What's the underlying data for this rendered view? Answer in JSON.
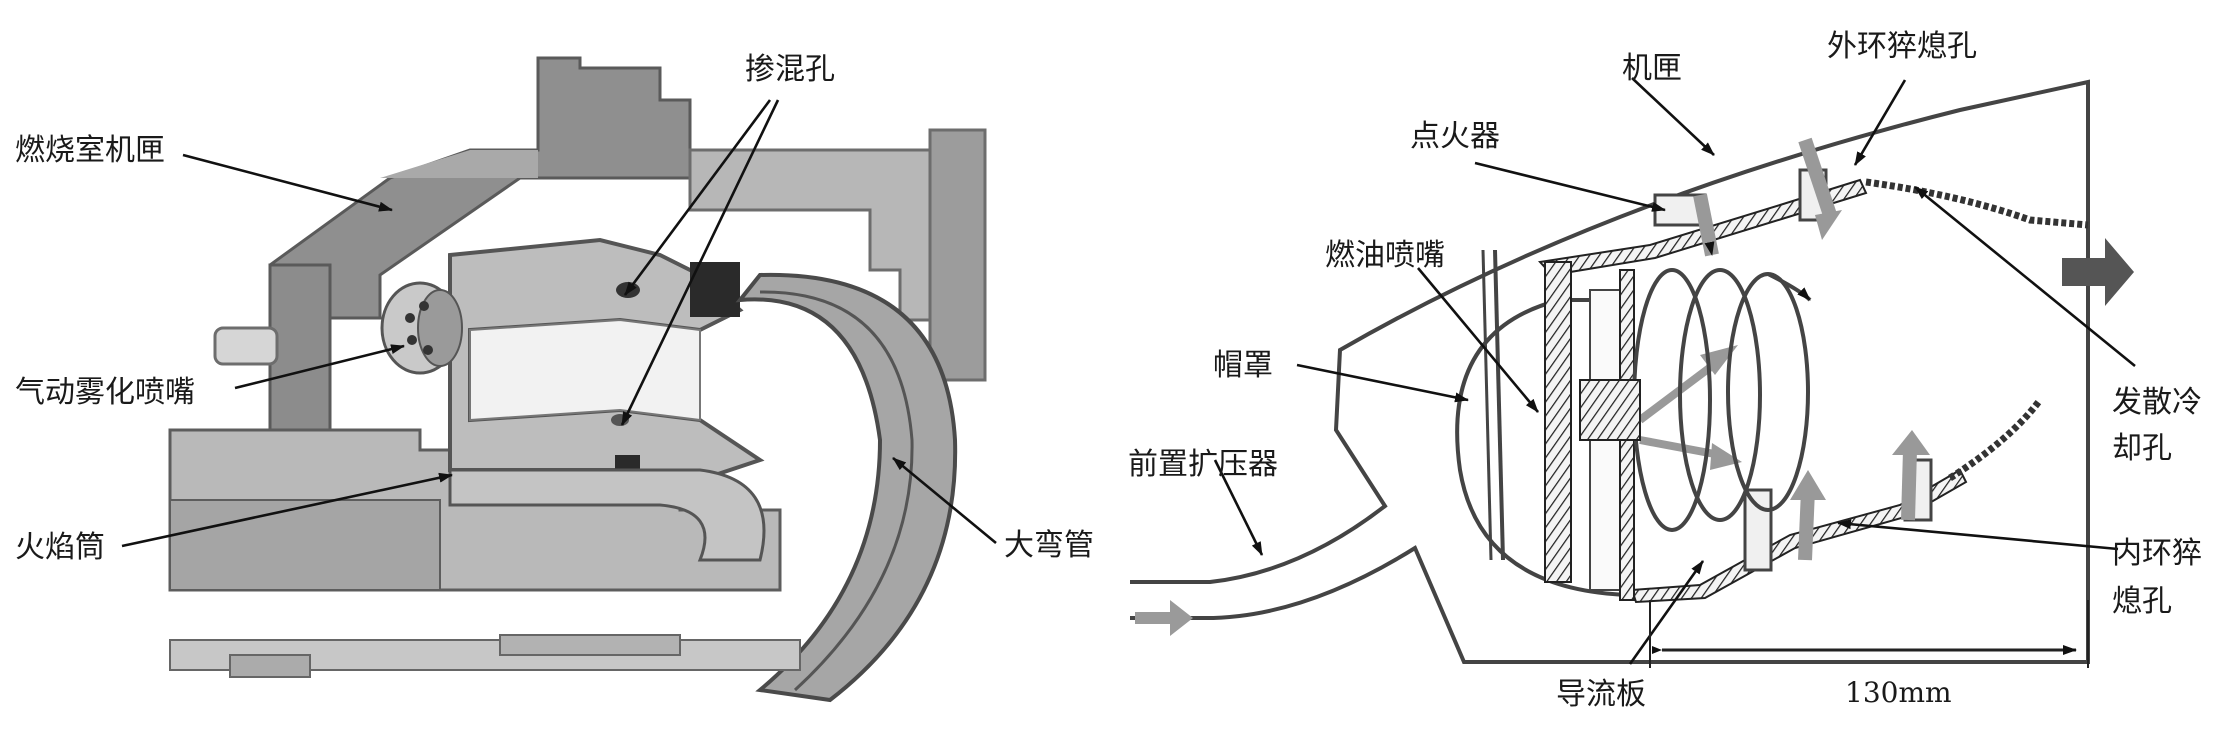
{
  "left_figure": {
    "labels": {
      "chamber_casing": "燃烧室机匣",
      "dilution_holes": "掺混孔",
      "air_atomizing_nozzle": "气动雾化喷嘴",
      "flame_tube": "火焰筒",
      "large_elbow": "大弯管"
    }
  },
  "right_figure": {
    "labels": {
      "casing": "机匣",
      "outer_dilution_holes": "外环猝熄孔",
      "igniter": "点火器",
      "fuel_nozzle": "燃油喷嘴",
      "hood": "帽罩",
      "prediffuser": "前置扩压器",
      "effusion_cooling_line1": "发散冷",
      "effusion_cooling_line2": "却孔",
      "inner_dilution_line1": "内环猝",
      "inner_dilution_line2": "熄孔",
      "deflector": "导流板",
      "dimension": "130mm"
    }
  }
}
